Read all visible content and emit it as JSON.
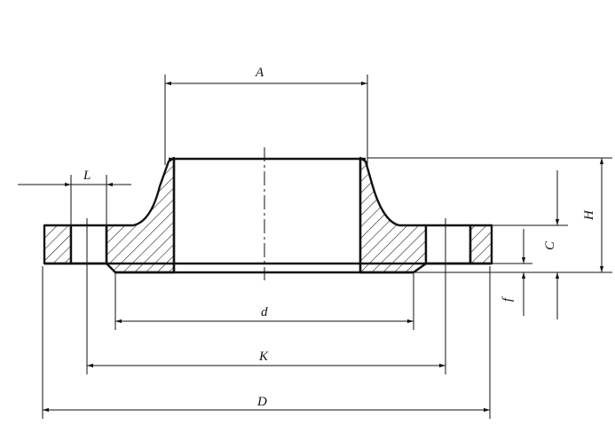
{
  "colors": {
    "stroke": "#111111",
    "background": "#ffffff"
  },
  "dimensions": {
    "A": "A",
    "L": "L",
    "H": "H",
    "C": "C",
    "f": "f",
    "d": "d",
    "K": "K",
    "D": "D"
  }
}
